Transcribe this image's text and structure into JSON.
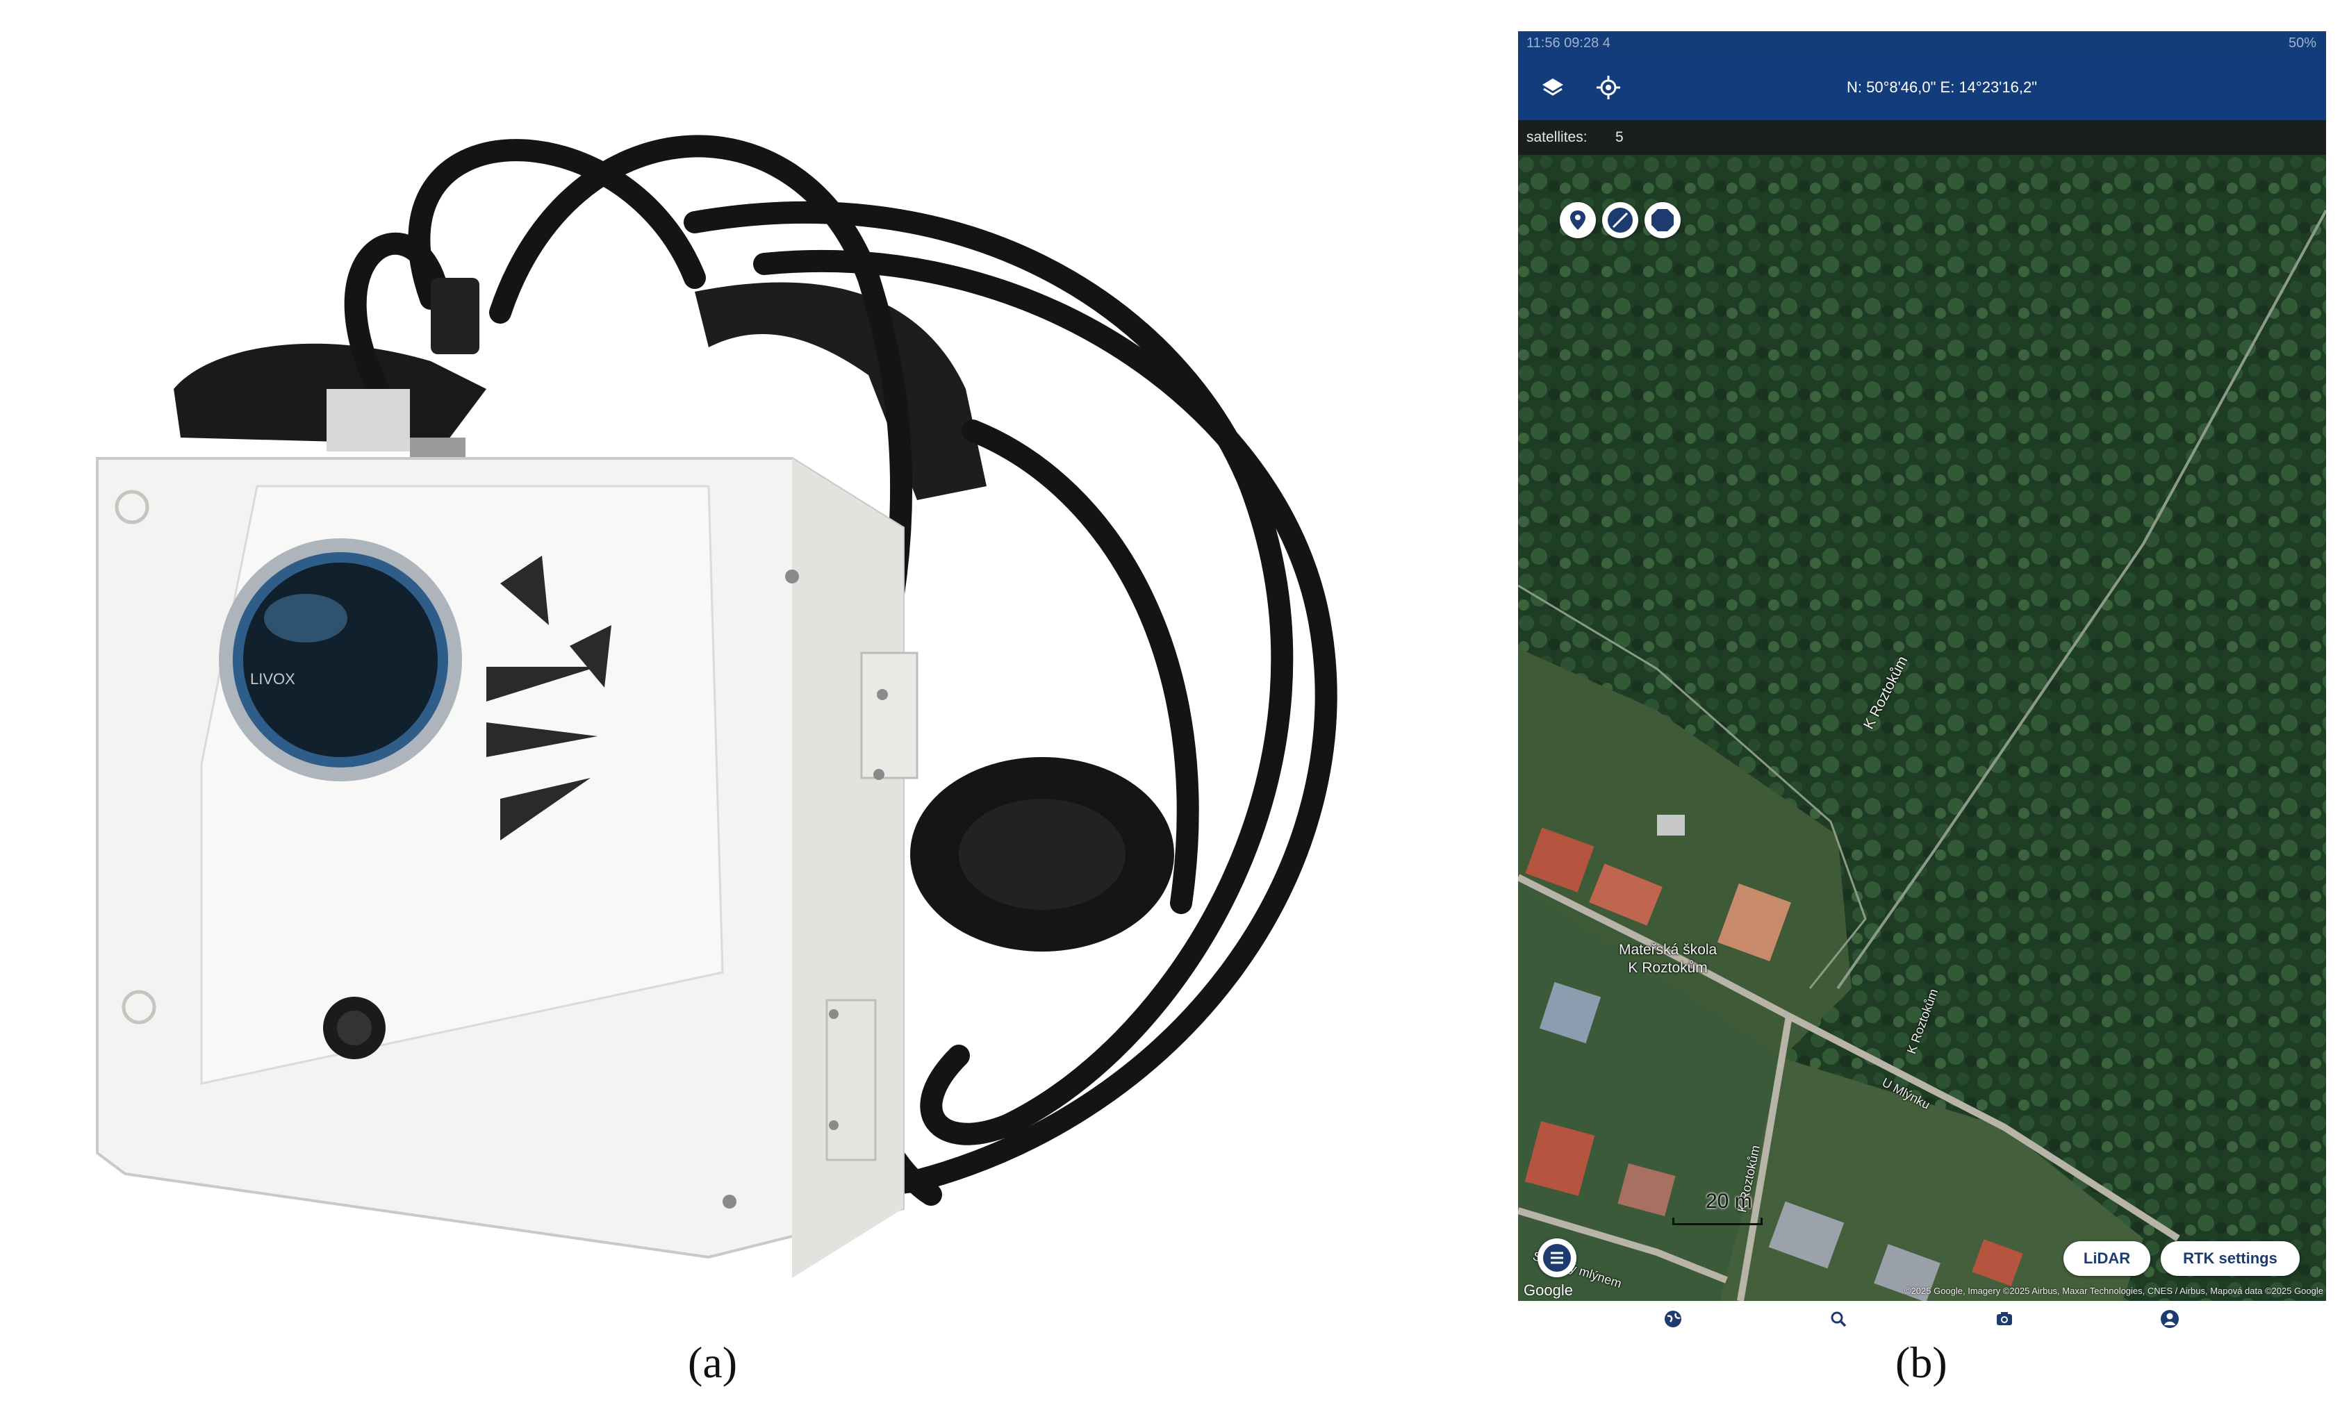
{
  "captions": {
    "a": "(a)",
    "b": "(b)"
  },
  "device": {
    "lidar_brand": "LIVOX",
    "body_color": "#f3f3f1",
    "cable_color": "#141414"
  },
  "phone": {
    "status_bar": {
      "time": "11:56",
      "left_extra": "09:28 4",
      "right": "50%"
    },
    "app_bar": {
      "coordinates": "N: 50°8'46,0\" E: 14°23'16,2\"",
      "color": "#133c7c",
      "icons": [
        "layers-icon",
        "locate-icon"
      ]
    },
    "satellites": {
      "label": "satellites:",
      "count": "5"
    },
    "tools": [
      "pin-icon",
      "line-icon",
      "polygon-icon"
    ],
    "map": {
      "school_label_line1": "Mateřská škola",
      "school_label_line2": "K Roztokům",
      "road_1": "K Roztokům",
      "road_2": "K Roztokům",
      "road_3": "K Roztokům",
      "road_4": "U Mlýnku",
      "road_5": "Spálený mlýnem",
      "scale": "20 m",
      "google": "Google",
      "attribution": "©2025 Google, Imagery ©2025 Airbus, Maxar Technologies, CNES / Airbus, Mapová data ©2025 Google"
    },
    "buttons": {
      "lidar": "LiDAR",
      "rtk": "RTK settings"
    },
    "bottom_nav": [
      "globe-icon",
      "search-icon",
      "camera-icon",
      "account-icon"
    ]
  }
}
